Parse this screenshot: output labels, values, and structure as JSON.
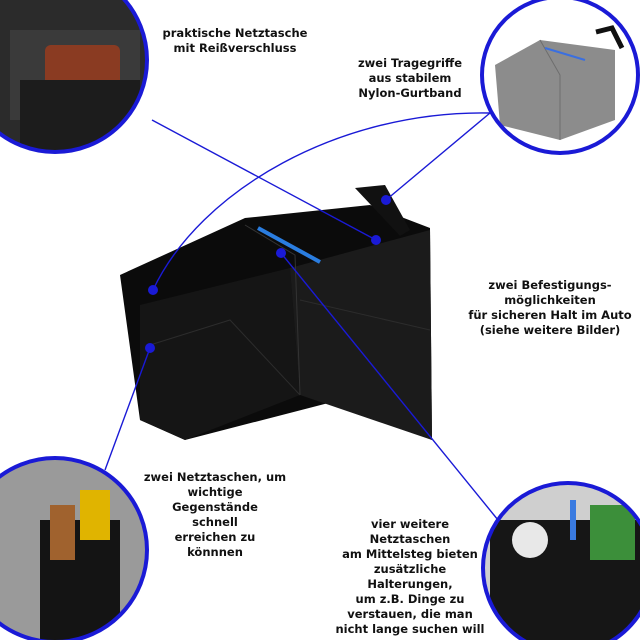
{
  "colors": {
    "accent": "#1a1ad6",
    "product": "#0d0d0d",
    "inset_gray": "#8a8a8a"
  },
  "callouts": {
    "mesh_zip": "praktische Netztasche\nmit Reißverschluss",
    "handles": "zwei Tragegriffe\naus stabilem\nNylon-Gurtband",
    "fastening": "zwei Befestigungs-\nmöglichkeiten\nfür sicheren Halt im Auto\n(siehe weitere Bilder)",
    "side_pockets": "zwei Netztaschen, um\nwichtige\nGegenstände\nschnell\nerreichen zu\nkönnnen",
    "divider_pockets": "vier weitere\nNetztaschen\nam Mittelsteg bieten\nzusätzliche\nHalterungen,\num z.B. Dinge zu\nverstauen, die man\nnicht lange suchen will"
  }
}
